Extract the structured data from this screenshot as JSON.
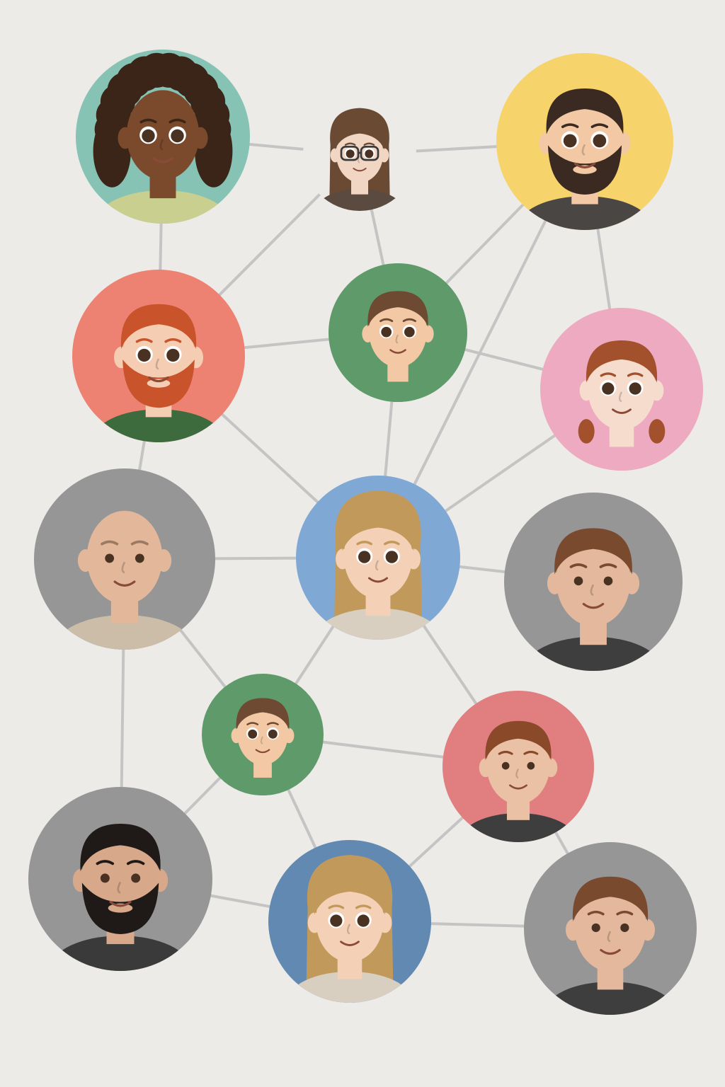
{
  "diagram": {
    "type": "network",
    "background": "#ecebe8",
    "edge_color": "#c4c4c4",
    "nodes": [
      {
        "id": "n1",
        "kind": "avatar",
        "bg": "#86c3b5",
        "skin": "#7b4a2c",
        "hair": "#3a2518",
        "hair_style": "curly",
        "shirt": "#c9d08f"
      },
      {
        "id": "n2",
        "kind": "avatar",
        "bg": "#ecebe8",
        "skin": "#f1d6c4",
        "hair": "#6b4a33",
        "hair_style": "long",
        "shirt": "#5a4a3f",
        "glasses": true
      },
      {
        "id": "n3",
        "kind": "avatar",
        "bg": "#f6d36b",
        "skin": "#f2c8a5",
        "hair": "#3b2a22",
        "hair_style": "short",
        "shirt": "#4a4644",
        "beard": true
      },
      {
        "id": "n4",
        "kind": "avatar",
        "bg": "#ee8272",
        "skin": "#f4cdb2",
        "hair": "#c9532b",
        "hair_style": "short",
        "shirt": "#3d6b3e",
        "beard": true
      },
      {
        "id": "n5",
        "kind": "avatar",
        "bg": "#5f9a6a",
        "skin": "#f2c8a5",
        "hair": "#6e4a33",
        "hair_style": "short",
        "shirt": "#5f9a6a"
      },
      {
        "id": "n6",
        "kind": "avatar",
        "bg": "#eeaac0",
        "skin": "#f6dccd",
        "hair": "#a3502d",
        "hair_style": "pigtails",
        "shirt": "#eeaac0"
      },
      {
        "id": "n7",
        "kind": "photo",
        "bg": "#969696",
        "skin": "#e2b79a",
        "hair": "#d8b19a",
        "hair_style": "bald",
        "shirt": "#cbbda8"
      },
      {
        "id": "n8",
        "kind": "avatar",
        "bg": "#7fa9d4",
        "skin": "#f4d1b6",
        "hair": "#c19a5b",
        "hair_style": "long",
        "shirt": "#d8cfc0"
      },
      {
        "id": "n9",
        "kind": "photo",
        "bg": "#969696",
        "skin": "#e3b89c",
        "hair": "#7a4a2e",
        "hair_style": "short",
        "shirt": "#3e3e3e"
      },
      {
        "id": "n10",
        "kind": "avatar",
        "bg": "#5f9a6a",
        "skin": "#f2c8a5",
        "hair": "#6e4a33",
        "hair_style": "short",
        "shirt": "#5f9a6a"
      },
      {
        "id": "n11",
        "kind": "photo",
        "bg": "#e17f80",
        "skin": "#ebc1a5",
        "hair": "#8a4a2a",
        "hair_style": "short",
        "shirt": "#3e3e3e"
      },
      {
        "id": "n12",
        "kind": "photo",
        "bg": "#969696",
        "skin": "#d7a98a",
        "hair": "#1f1a17",
        "hair_style": "short",
        "shirt": "#3a3a3a",
        "beard": true
      },
      {
        "id": "n13",
        "kind": "avatar",
        "bg": "#6189b2",
        "skin": "#f4d1b6",
        "hair": "#c19a5b",
        "hair_style": "long",
        "shirt": "#d8cfc0"
      },
      {
        "id": "n14",
        "kind": "photo",
        "bg": "#969696",
        "skin": "#e3b89c",
        "hair": "#7a4a2e",
        "hair_style": "short",
        "shirt": "#3e3e3e"
      }
    ],
    "edges": [
      [
        "n1",
        "n2"
      ],
      [
        "n2",
        "n3"
      ],
      [
        "n1",
        "n4"
      ],
      [
        "n2",
        "n4"
      ],
      [
        "n2",
        "n5"
      ],
      [
        "n3",
        "n5"
      ],
      [
        "n3",
        "n6"
      ],
      [
        "n3",
        "n8"
      ],
      [
        "n4",
        "n5"
      ],
      [
        "n5",
        "n6"
      ],
      [
        "n4",
        "n7"
      ],
      [
        "n4",
        "n8"
      ],
      [
        "n5",
        "n8"
      ],
      [
        "n6",
        "n8"
      ],
      [
        "n7",
        "n8"
      ],
      [
        "n8",
        "n9"
      ],
      [
        "n7",
        "n10"
      ],
      [
        "n7",
        "n12"
      ],
      [
        "n8",
        "n10"
      ],
      [
        "n8",
        "n11"
      ],
      [
        "n10",
        "n11"
      ],
      [
        "n10",
        "n12"
      ],
      [
        "n10",
        "n13"
      ],
      [
        "n11",
        "n13"
      ],
      [
        "n11",
        "n14"
      ],
      [
        "n12",
        "n13"
      ],
      [
        "n13",
        "n14"
      ]
    ]
  }
}
